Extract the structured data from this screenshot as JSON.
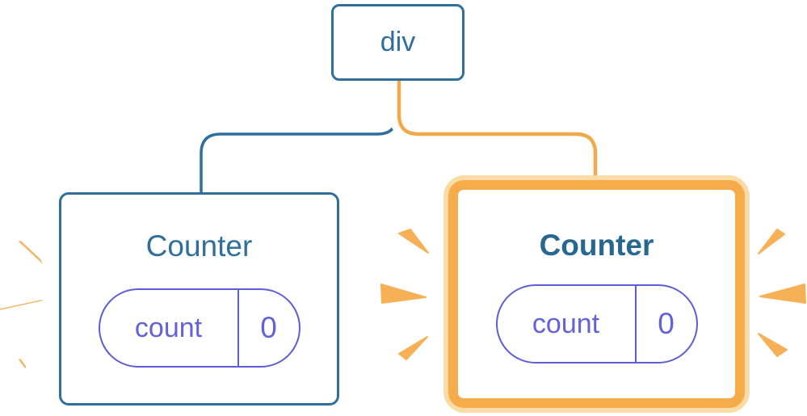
{
  "diagram": {
    "root": {
      "label": "div"
    },
    "children": [
      {
        "title": "Counter",
        "state_name": "count",
        "state_value": "0",
        "highlighted": false
      },
      {
        "title": "Counter",
        "state_name": "count",
        "state_value": "0",
        "highlighted": true
      }
    ]
  },
  "colors": {
    "node_blue": "#2E6F9E",
    "title_blue_left": "#2E6F9D",
    "title_blue_right": "#276890",
    "pill_purple_border": "#5D5DD5",
    "pill_purple_text": "#6262DA",
    "highlight_orange": "#F7AC4B",
    "highlight_cream": "#FBDCA6",
    "connector_orange": "#F3A94A",
    "ray_orange": "#F6B156",
    "ray_white": "#FFFFFF",
    "background": "#FFFFFF"
  }
}
